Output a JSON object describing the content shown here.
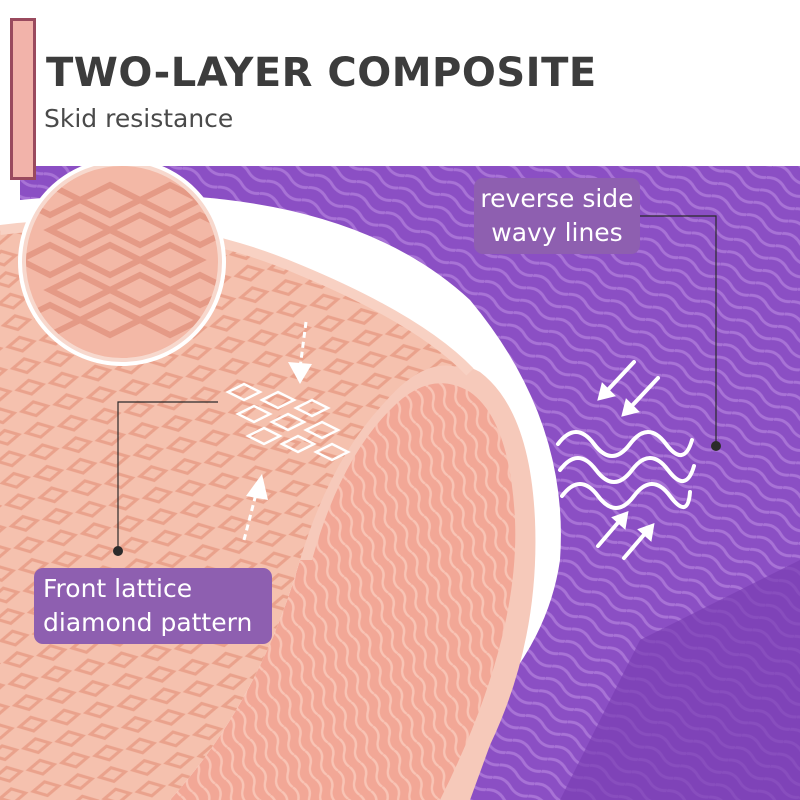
{
  "headline": {
    "title": "TWO-LAYER COMPOSITE",
    "subtitle": "Skid resistance"
  },
  "callouts": {
    "back_side": {
      "line1": "reverse side",
      "line2": "wavy lines"
    },
    "front_side": {
      "line1": "Front lattice",
      "line2": "diamond pattern"
    }
  },
  "colors": {
    "purple_layer": "#8b4fc4",
    "pink_layer": "#f4b8a4",
    "label_bg": "#8e5fb0",
    "accent_bar": "#f2b3aa",
    "heading_text": "#3c3c3c"
  },
  "icons": [
    "arrow-down-icon",
    "arrow-up-icon",
    "wave-lines-icon",
    "diamond-lattice-icon",
    "zoom-circle-icon"
  ]
}
